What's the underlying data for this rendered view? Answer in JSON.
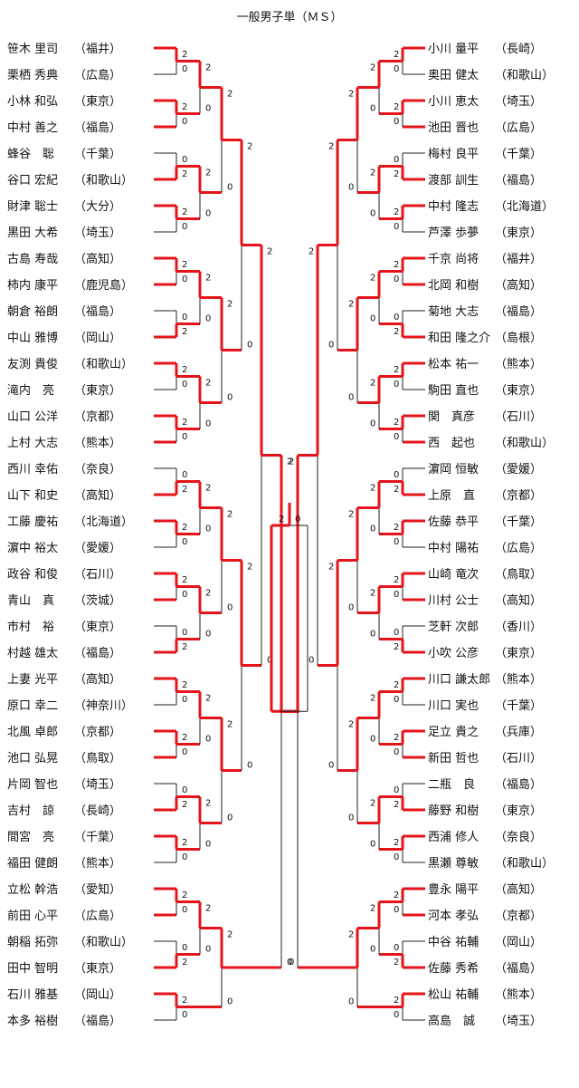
{
  "title": "一般男子単（ＭＳ）",
  "left_players": [
    {
      "name": "笹木 里司",
      "pref": "福井"
    },
    {
      "name": "栗栖 秀典",
      "pref": "広島"
    },
    {
      "name": "小林 和弘",
      "pref": "東京"
    },
    {
      "name": "中村 善之",
      "pref": "福島"
    },
    {
      "name": "蜂谷　聡",
      "pref": "千葉"
    },
    {
      "name": "谷口 宏紀",
      "pref": "和歌山"
    },
    {
      "name": "財津 聡士",
      "pref": "大分"
    },
    {
      "name": "黒田 大希",
      "pref": "埼玉"
    },
    {
      "name": "古島 寿哉",
      "pref": "高知"
    },
    {
      "name": "柿内 康平",
      "pref": "鹿児島"
    },
    {
      "name": "朝倉 裕朗",
      "pref": "福島"
    },
    {
      "name": "中山 雅博",
      "pref": "岡山"
    },
    {
      "name": "友渕 貴俊",
      "pref": "和歌山"
    },
    {
      "name": "滝内　亮",
      "pref": "東京"
    },
    {
      "name": "山口 公洋",
      "pref": "京都"
    },
    {
      "name": "上村 大志",
      "pref": "熊本"
    },
    {
      "name": "西川 幸佑",
      "pref": "奈良"
    },
    {
      "name": "山下 和史",
      "pref": "高知"
    },
    {
      "name": "工藤 慶祐",
      "pref": "北海道"
    },
    {
      "name": "濵中 裕太",
      "pref": "愛媛"
    },
    {
      "name": "政谷 和俊",
      "pref": "石川"
    },
    {
      "name": "青山　真",
      "pref": "茨城"
    },
    {
      "name": "市村　裕",
      "pref": "東京"
    },
    {
      "name": "村越 雄太",
      "pref": "福島"
    },
    {
      "name": "上妻 光平",
      "pref": "高知"
    },
    {
      "name": "原口 幸二",
      "pref": "神奈川"
    },
    {
      "name": "北風 卓郎",
      "pref": "京都"
    },
    {
      "name": "池口 弘晃",
      "pref": "鳥取"
    },
    {
      "name": "片岡 智也",
      "pref": "埼玉"
    },
    {
      "name": "吉村　諒",
      "pref": "長崎"
    },
    {
      "name": "間宮　亮",
      "pref": "千葉"
    },
    {
      "name": "福田 健朗",
      "pref": "熊本"
    },
    {
      "name": "立松 幹浩",
      "pref": "愛知"
    },
    {
      "name": "前田 心平",
      "pref": "広島"
    },
    {
      "name": "朝稲 拓弥",
      "pref": "和歌山"
    },
    {
      "name": "田中 智明",
      "pref": "東京"
    },
    {
      "name": "石川 雅基",
      "pref": "岡山"
    },
    {
      "name": "本多 裕樹",
      "pref": "福島"
    }
  ],
  "right_players": [
    {
      "name": "小川 量平",
      "pref": "長崎"
    },
    {
      "name": "奥田 健太",
      "pref": "和歌山"
    },
    {
      "name": "小川 恵太",
      "pref": "埼玉"
    },
    {
      "name": "池田 晋也",
      "pref": "広島"
    },
    {
      "name": "梅村 良平",
      "pref": "千葉"
    },
    {
      "name": "渡部 訓生",
      "pref": "福島"
    },
    {
      "name": "中村 隆志",
      "pref": "北海道"
    },
    {
      "name": "芦澤 歩夢",
      "pref": "東京"
    },
    {
      "name": "千京 尚将",
      "pref": "福井"
    },
    {
      "name": "北岡 和樹",
      "pref": "高知"
    },
    {
      "name": "菊地 大志",
      "pref": "福島"
    },
    {
      "name": "和田 隆之介",
      "pref": "島根"
    },
    {
      "name": "松本 祐一",
      "pref": "熊本"
    },
    {
      "name": "駒田 直也",
      "pref": "東京"
    },
    {
      "name": "関　真彦",
      "pref": "石川"
    },
    {
      "name": "西　起也",
      "pref": "和歌山"
    },
    {
      "name": "濵岡 恒敏",
      "pref": "愛媛"
    },
    {
      "name": "上原　直",
      "pref": "京都"
    },
    {
      "name": "佐藤 恭平",
      "pref": "千葉"
    },
    {
      "name": "中村 陽祐",
      "pref": "広島"
    },
    {
      "name": "山崎 竜次",
      "pref": "鳥取"
    },
    {
      "name": "川村 公士",
      "pref": "高知"
    },
    {
      "name": "芝軒 次郎",
      "pref": "香川"
    },
    {
      "name": "小吹 公彦",
      "pref": "東京"
    },
    {
      "name": "川口 謙太郎",
      "pref": "熊本"
    },
    {
      "name": "川口 実也",
      "pref": "千葉"
    },
    {
      "name": "足立 貴之",
      "pref": "兵庫"
    },
    {
      "name": "新田 哲也",
      "pref": "石川"
    },
    {
      "name": "二瓶　良",
      "pref": "福島"
    },
    {
      "name": "藤野 和樹",
      "pref": "東京"
    },
    {
      "name": "西浦 修人",
      "pref": "奈良"
    },
    {
      "name": "黒瀬 尊敏",
      "pref": "和歌山"
    },
    {
      "name": "豊永 陽平",
      "pref": "高知"
    },
    {
      "name": "河本 孝弘",
      "pref": "京都"
    },
    {
      "name": "中谷 祐輔",
      "pref": "岡山"
    },
    {
      "name": "佐藤 秀希",
      "pref": "福島"
    },
    {
      "name": "松山 祐輔",
      "pref": "熊本"
    },
    {
      "name": "高島　誠",
      "pref": "埼玉"
    }
  ]
}
